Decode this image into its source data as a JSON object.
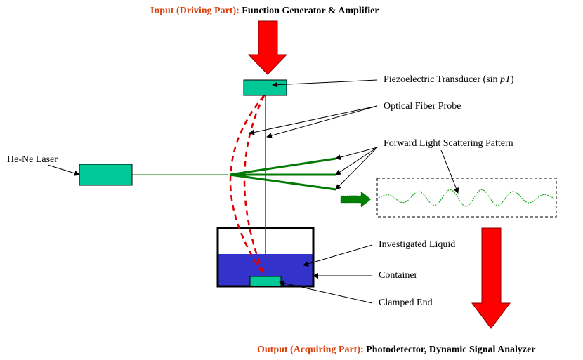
{
  "header": {
    "input_prefix": "Input (Driving Part):",
    "input_text": "Function Generator & Amplifier"
  },
  "footer": {
    "output_prefix": "Output (Acquiring Part):",
    "output_text": "Photodetector, Dynamic Signal Analyzer"
  },
  "labels": {
    "transducer_prefix": "Piezoelectric Transducer (sin",
    "transducer_p": "p",
    "transducer_T": "T",
    "transducer_suffix": ")",
    "fiber_probe": "Optical Fiber Probe",
    "scattering": "Forward Light Scattering Pattern",
    "laser": "He-Ne Laser",
    "liquid": "Investigated Liquid",
    "container": "Container",
    "clamped_end": "Clamped End"
  },
  "colors": {
    "accent_text": "#d8400c",
    "arrow_red": "#ff0000",
    "block_green": "#00c896",
    "beam_green": "#007a00",
    "liquid_blue": "#3333cc",
    "fiber_red": "#e00000"
  }
}
